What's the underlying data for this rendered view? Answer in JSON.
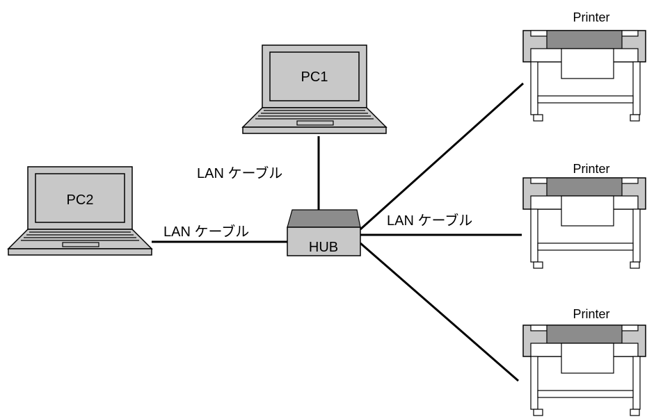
{
  "devices": {
    "pc1": {
      "label": "PC1"
    },
    "pc2": {
      "label": "PC2"
    },
    "hub": {
      "label": "HUB"
    },
    "printers": [
      {
        "label": "Printer"
      },
      {
        "label": "Printer"
      },
      {
        "label": "Printer"
      }
    ]
  },
  "cables": {
    "pc1_hub": "LAN ケーブル",
    "pc2_hub": "LAN ケーブル",
    "hub_printers": "LAN ケーブル"
  },
  "colors": {
    "body_gray": "#c8c8c8",
    "dark_gray": "#8c8c8c",
    "screen_gray": "#c8c8c8",
    "line": "#000000"
  }
}
